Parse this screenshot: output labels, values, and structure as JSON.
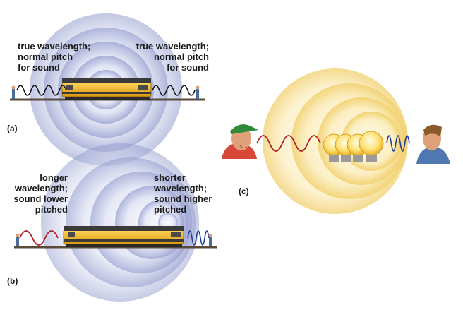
{
  "panel_a": {
    "label": "(a)",
    "left_text": [
      "true wavelength;",
      "normal pitch",
      "for sound"
    ],
    "right_text": [
      "true wavelength;",
      "normal pitch",
      "for sound"
    ]
  },
  "panel_b": {
    "label": "(b)",
    "left_text": [
      "longer",
      "wavelength;",
      "sound lower",
      "pitched"
    ],
    "right_text": [
      "shorter",
      "wavelength;",
      "sound higher",
      "pitched"
    ]
  },
  "panel_c": {
    "label": "(c)"
  },
  "colors": {
    "wave_black": "#111111",
    "wave_red": "#b0202a",
    "wave_blue": "#1f3f8f",
    "ring_blue": "#8b95c6",
    "ring_yellow": "#f3d67c",
    "train_yellow": "#f2b21a",
    "track": "#5a4a3a"
  }
}
